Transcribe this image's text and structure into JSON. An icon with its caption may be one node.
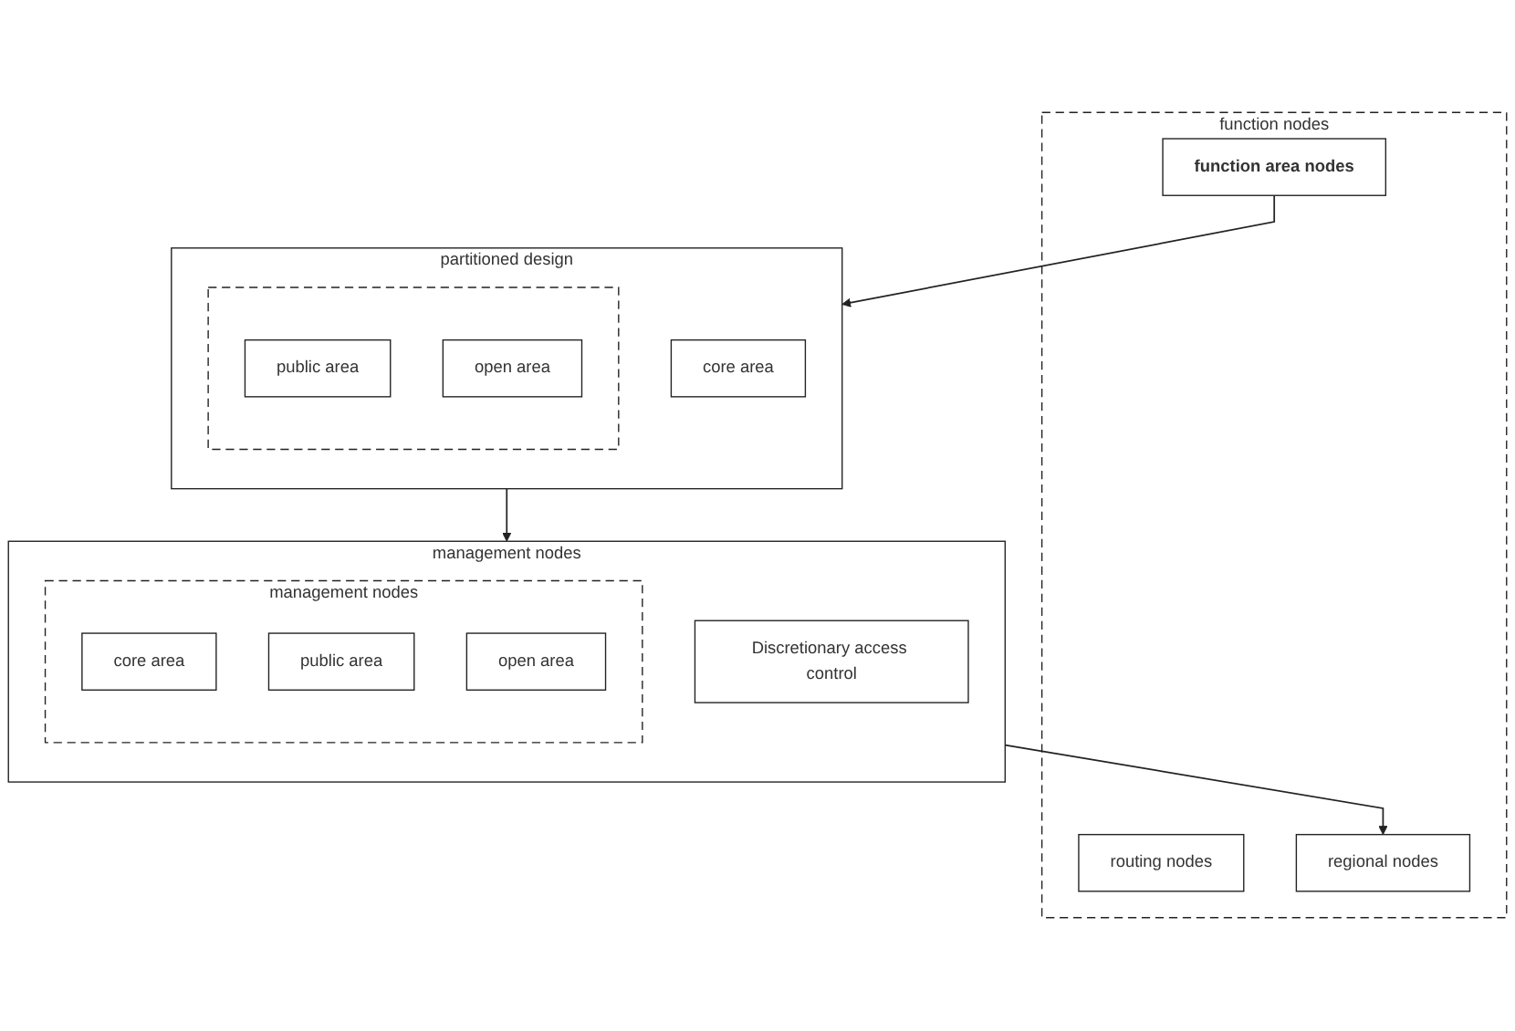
{
  "diagram": {
    "nodes": [
      {
        "text": [
          "function nodes"
        ]
      },
      {
        "text": [
          "function area nodes"
        ],
        "in": 0
      },
      {
        "text": [
          "routing nodes"
        ],
        "in": 0
      },
      {
        "text": [
          "regional nodes"
        ],
        "in": 0
      },
      {
        "text": [
          "partitioned design"
        ]
      },
      {
        "text": [
          "core area"
        ],
        "in": 4
      },
      {
        "text": [],
        "shape": "box",
        "in": 4
      },
      {
        "text": [
          "public area"
        ],
        "in": 6
      },
      {
        "text": [
          "open area"
        ],
        "in": 6
      },
      {
        "text": [
          "management nodes"
        ]
      },
      {
        "text": [
          "Discretionary access control"
        ],
        "in": 9
      },
      {
        "text": [
          "management nodes"
        ],
        "in": 9
      },
      {
        "text": [
          "core area"
        ],
        "in": 11
      },
      {
        "text": [
          "public area"
        ],
        "in": 11
      },
      {
        "text": [
          "open area"
        ],
        "in": 11
      }
    ],
    "edges": [
      {
        "from": 1,
        "to": 4,
        "arrow": "to"
      },
      {
        "from": 4,
        "to": 9,
        "arrow": "to"
      },
      {
        "from": 9,
        "to": 3,
        "arrow": "to"
      }
    ]
  }
}
